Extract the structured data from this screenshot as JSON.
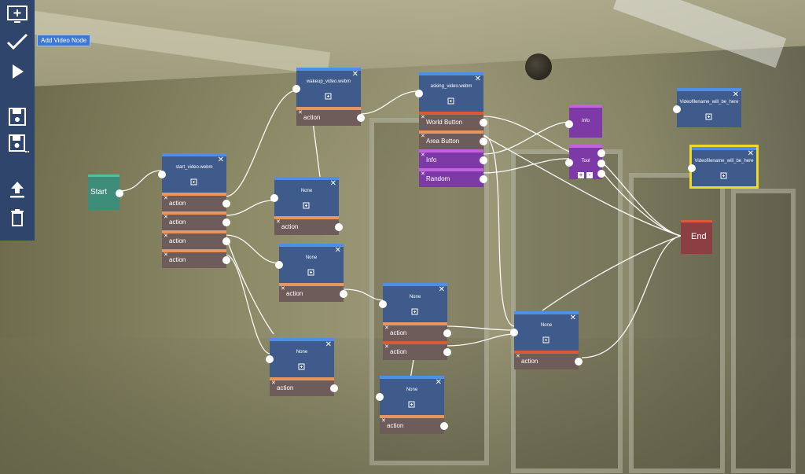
{
  "toolbar": {
    "tooltip": "Add Video Node",
    "buttons": [
      "add-video-node-icon",
      "check-icon",
      "play-icon",
      "save-icon",
      "save-as-icon",
      "upload-icon",
      "trash-icon"
    ]
  },
  "start": "Start",
  "end": "End",
  "nodes": {
    "start_video": {
      "title": "start_video.webm",
      "rows": [
        "action",
        "action",
        "action",
        "action"
      ]
    },
    "wakeup_video": {
      "title": "wakeup_video.webm",
      "rows": [
        "action"
      ]
    },
    "asking_video": {
      "title": "asking_video.webm",
      "rows": [
        "World Button",
        "Area Button",
        "Info",
        "Random"
      ]
    },
    "none_a": {
      "title": "None",
      "rows": [
        "action"
      ]
    },
    "none_b": {
      "title": "None",
      "rows": [
        "action"
      ]
    },
    "none_c": {
      "title": "None",
      "rows": [
        "action",
        "action"
      ]
    },
    "none_d": {
      "title": "None",
      "rows": [
        "action"
      ]
    },
    "none_e": {
      "title": "None",
      "rows": [
        "action"
      ]
    },
    "none_f": {
      "title": "None",
      "rows": [
        "action"
      ]
    },
    "video_placeholder_1": {
      "title": "Videofilename_will_be_here"
    },
    "video_placeholder_2": {
      "title": "Videofilename_will_be_here"
    }
  },
  "info_node": {
    "title": "Info"
  },
  "tool_node": {
    "title": "Tool",
    "plus": "+",
    "minus": "-"
  }
}
